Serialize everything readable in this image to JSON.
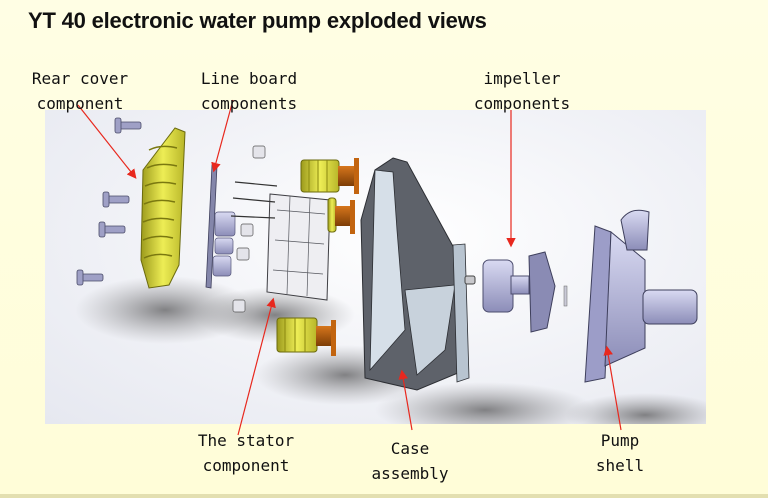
{
  "title": "YT 40 electronic water pump exploded views",
  "colors": {
    "background": "#fffee2",
    "leader_line": "#e8281e",
    "cover_yellow": "#e4e44a",
    "coil_orange": "#b35a0c",
    "metal_lavender": "#b7b8dc",
    "housing_gray": "#5c6068",
    "housing_light": "#d8e0e8"
  },
  "labels": {
    "rear_cover": {
      "line1": "Rear cover",
      "line2": "component"
    },
    "line_board": {
      "line1": "Line board",
      "line2": "components"
    },
    "impeller": {
      "line1": "impeller",
      "line2": "components"
    },
    "stator": {
      "line1": "The stator",
      "line2": "component"
    },
    "case": {
      "line1": "Case",
      "line2": "assembly"
    },
    "pump_shell": {
      "line1": "Pump",
      "line2": "shell"
    }
  }
}
